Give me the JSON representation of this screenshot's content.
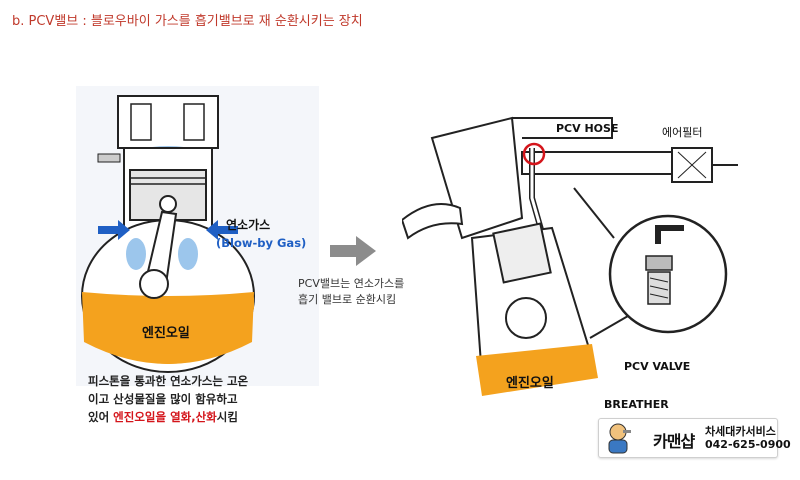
{
  "title": "b. PCV밸브 : 블로우바이 가스를 흡기밸브로 재 순환시키는 장치",
  "left_panel": {
    "blowby_label_ko": "연소가스",
    "blowby_label_en": "(Blow-by Gas)",
    "oil_label": "엔진오일",
    "caption_line1": "피스톤을 통과한 연소가스는 고온",
    "caption_line2": "이고 산성물질을 많이 함유하고",
    "caption_line3_prefix": "있어 ",
    "caption_line3_red1": "엔진오일을 열화,산화",
    "caption_line3_suffix": "시킴"
  },
  "middle": {
    "arrow_icon": "right-arrow-icon",
    "text_line1": "PCV밸브는 연소가스를",
    "text_line2": "흡기 밸브로 순환시킴"
  },
  "right_panel": {
    "pcv_hose_label": "PCV HOSE",
    "air_filter_label": "에어필터",
    "pcv_valve_label": "PCV VALVE",
    "breather_label": "BREATHER",
    "oil_label": "엔진오일"
  },
  "logo": {
    "brand": "카맨샵",
    "service": "차세대카서비스",
    "phone": "042-625-0900"
  },
  "colors": {
    "title": "#c0392b",
    "oil": "#f4a21e",
    "blowby": "#1f5fc4",
    "highlight": "#d4151b"
  }
}
